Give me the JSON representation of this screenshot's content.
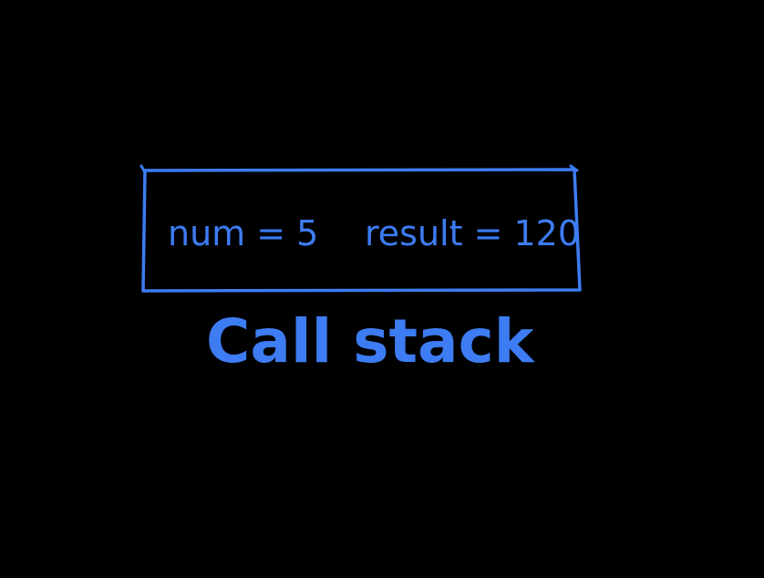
{
  "colors": {
    "background": "#000000",
    "ink": "#3d7cf2"
  },
  "frame": {
    "variables": [
      {
        "text": "num = 5"
      },
      {
        "text": "result = 120"
      }
    ]
  },
  "label": "Call stack"
}
